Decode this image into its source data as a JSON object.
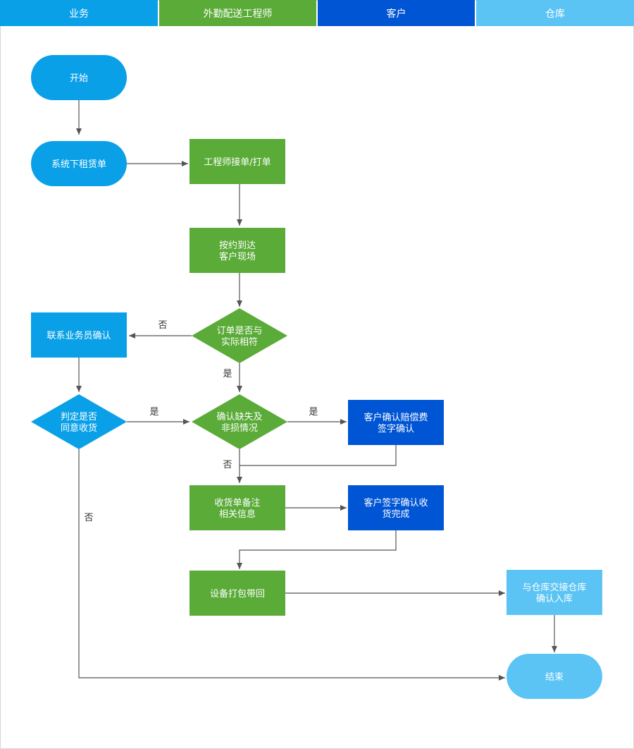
{
  "lanes": [
    {
      "label": "业务",
      "color": "#0aa0e8"
    },
    {
      "label": "外勤配送工程师",
      "color": "#5aab38"
    },
    {
      "label": "客户",
      "color": "#0055d4"
    },
    {
      "label": "仓库",
      "color": "#5bc4f5"
    }
  ],
  "nodes": {
    "start": {
      "lines": [
        "开始"
      ]
    },
    "order": {
      "lines": [
        "系统下租赁单"
      ]
    },
    "accept": {
      "lines": [
        "工程师接单/打单"
      ]
    },
    "arrive": {
      "lines": [
        "按约到达",
        "客户现场"
      ]
    },
    "check_order": {
      "lines": [
        "订单是否与",
        "实际相符"
      ]
    },
    "contact": {
      "lines": [
        "联系业务员确认"
      ]
    },
    "judge": {
      "lines": [
        "判定是否",
        "同意收货"
      ]
    },
    "check_damage": {
      "lines": [
        "确认缺失及",
        "非损情况"
      ]
    },
    "compensate": {
      "lines": [
        "客户确认赔偿费",
        "签字确认"
      ]
    },
    "receipt": {
      "lines": [
        "收货单备注",
        "相关信息"
      ]
    },
    "sign": {
      "lines": [
        "客户签字确认收",
        "货完成"
      ]
    },
    "pack": {
      "lines": [
        "设备打包带回"
      ]
    },
    "warehouse": {
      "lines": [
        "与仓库交接仓库",
        "确认入库"
      ]
    },
    "end": {
      "lines": [
        "结束"
      ]
    }
  },
  "edge_labels": {
    "no_contact": "否",
    "yes_damage": "是",
    "yes_judge": "是",
    "yes_compensate": "是",
    "no_receipt": "否",
    "no_end": "否"
  },
  "colors": {
    "sales": "#0aa0e8",
    "engineer": "#5aab38",
    "customer": "#0055d4",
    "warehouse": "#5bc4f5",
    "arrow": "#555555"
  }
}
